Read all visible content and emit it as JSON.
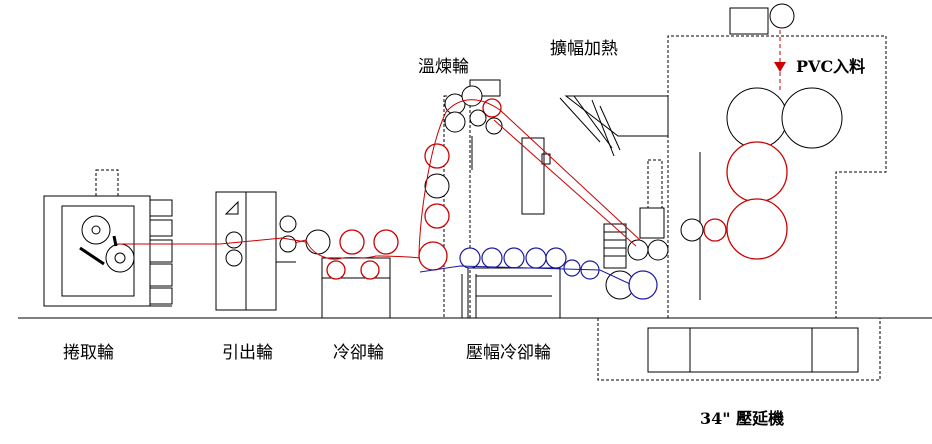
{
  "labels": {
    "winder": "捲取輪",
    "takeoff": "引出輪",
    "cooling": "冷卻輪",
    "embossing_cooling": "壓幅冷卻輪",
    "tempering": "溫煉輪",
    "stretch_heating": "擴幅加熱",
    "pvc_feed": "PVC入料",
    "calender": "34\" 壓延機"
  },
  "colors": {
    "web_red": "#cc0000",
    "web_blue": "#1a1aa0",
    "machine": "#000000"
  }
}
